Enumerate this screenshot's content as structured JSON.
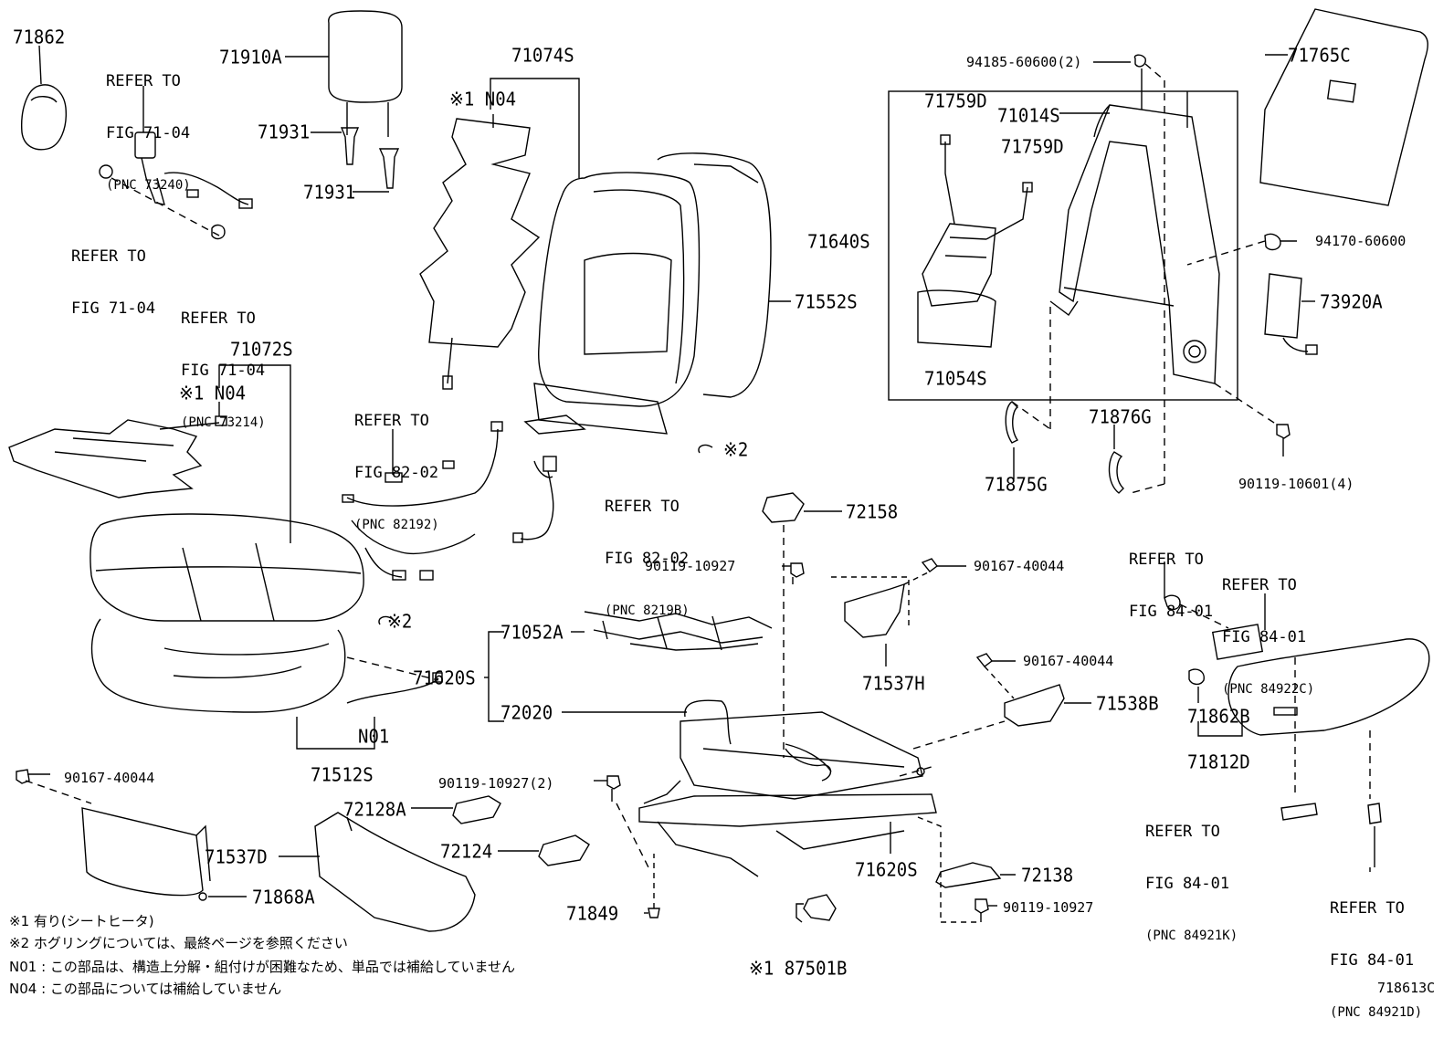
{
  "parts": {
    "p71862": "71862",
    "p71910A": "71910A",
    "p71931a": "71931",
    "p71931b": "71931",
    "p71074S": "71074S",
    "p71765C": "71765C",
    "p94185": "94185-60600(2)",
    "p71759Da": "71759D",
    "p71759Db": "71759D",
    "p71014S": "71014S",
    "p71640S": "71640S",
    "p71552S": "71552S",
    "p94170": "94170-60600",
    "p73920A": "73920A",
    "p71054S": "71054S",
    "p71876G": "71876G",
    "p71875G": "71875G",
    "p90119_4": "90119-10601(4)",
    "p71072S": "71072S",
    "p72158": "72158",
    "p90119_10927a": "90119-10927",
    "p90167a": "90167-40044",
    "p71052A": "71052A",
    "p71620Sa": "71620S",
    "p72020": "72020",
    "p71537H": "71537H",
    "p90167b": "90167-40044",
    "p71538B": "71538B",
    "p71862B": "71862B",
    "p71812D": "71812D",
    "pN01": "N01",
    "p71512S": "71512S",
    "p90167c": "90167-40044",
    "p72128A": "72128A",
    "p90119_2": "90119-10927(2)",
    "p71537D": "71537D",
    "p72124": "72124",
    "p71868A": "71868A",
    "p71849": "71849",
    "p71620Sb": "71620S",
    "p72138": "72138",
    "p90119_10927b": "90119-10927",
    "p87501B": "※1 87501B",
    "n04a": "※1 N04",
    "n04b": "※1 N04",
    "mark2a": "※2",
    "mark2b": "※2",
    "code": "718613C"
  },
  "refs": {
    "r1": {
      "l1": "REFER TO",
      "l2": "FIG 71-04",
      "l3": "(PNC 73240)"
    },
    "r2": {
      "l1": "REFER TO",
      "l2": "FIG 71-04"
    },
    "r3": {
      "l1": "REFER TO",
      "l2": "FIG 71-04",
      "l3": "(PNC 73214)"
    },
    "r4": {
      "l1": "REFER TO",
      "l2": "FIG 82-02",
      "l3": "(PNC 82192)"
    },
    "r5": {
      "l1": "REFER TO",
      "l2": "FIG 82-02",
      "l3": "(PNC 8219B)"
    },
    "r6": {
      "l1": "REFER TO",
      "l2": "FIG 84-01"
    },
    "r7": {
      "l1": "REFER TO",
      "l2": "FIG 84-01",
      "l3": "(PNC 84922C)"
    },
    "r8": {
      "l1": "REFER TO",
      "l2": "FIG 84-01",
      "l3": "(PNC 84921K)"
    },
    "r9": {
      "l1": "REFER TO",
      "l2": "FIG 84-01",
      "l3": "(PNC 84921D)"
    }
  },
  "notes": {
    "n1": "※1 有り(シートヒータ)",
    "n2": "※2  ホグリングについては、最終ページを参照ください",
    "n3": "N01 : この部品は、構造上分解・組付けが困難なため、単品では補給していません",
    "n4": "N04 : この部品については補給していません"
  }
}
